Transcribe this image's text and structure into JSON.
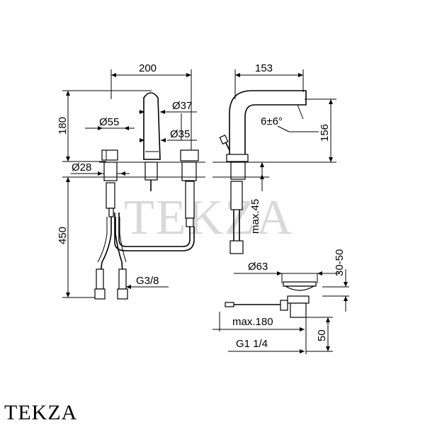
{
  "watermark": "TEKZA",
  "brand": "TEKZA",
  "dimensions": {
    "overall_width": "200",
    "height_above_deck": "180",
    "diameter_55": "Ø55",
    "diameter_37": "Ø37",
    "diameter_35": "Ø35",
    "diameter_28": "Ø28",
    "hose_length": "450",
    "connection": "G3/8",
    "spout_reach": "153",
    "spout_height": "156",
    "spout_angle": "6±6°",
    "max_deck": "max.45",
    "waste_diameter": "Ø63",
    "waste_adjust": "30-50",
    "waste_rod": "max.180",
    "waste_thread": "G1 1/4",
    "waste_height": "50"
  }
}
